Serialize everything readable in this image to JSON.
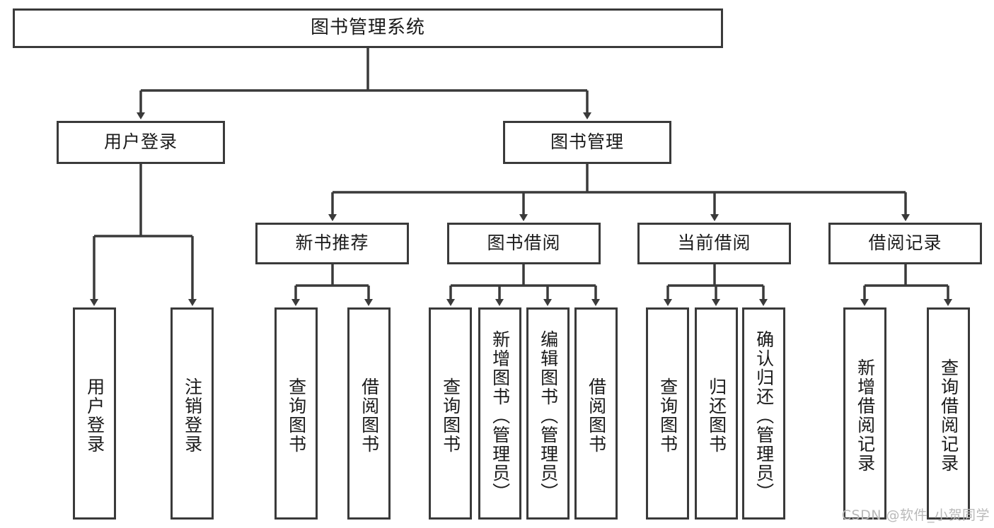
{
  "diagram": {
    "title": "图书管理系统",
    "type": "tree-hierarchy-diagram",
    "colors": {
      "box_border": "#3a3a3a",
      "box_fill": "#ffffff",
      "connector": "#3a3a3a",
      "text": "#1a1a1a",
      "watermark": "#b9b9b9",
      "background": "#ffffff"
    },
    "levels": {
      "root": "图书管理系统",
      "level2": [
        "用户登录",
        "图书管理"
      ],
      "level3": [
        "新书推荐",
        "图书借阅",
        "当前借阅",
        "借阅记录"
      ],
      "leaves": [
        "用户登录",
        "注销登录",
        "查询图书",
        "借阅图书",
        "查询图书",
        "新增图书（管理员）",
        "编辑图书（管理员）",
        "借阅图书",
        "查询图书",
        "归还图书",
        "确认归还（管理员）",
        "新增借阅记录",
        "查询借阅记录"
      ]
    }
  },
  "nodes": {
    "root": {
      "label": "图书管理系统"
    },
    "user_login": {
      "label": "用户登录"
    },
    "book_mgmt": {
      "label": "图书管理"
    },
    "new_book_rec": {
      "label": "新书推荐"
    },
    "book_borrow": {
      "label": "图书借阅"
    },
    "current_borrow": {
      "label": "当前借阅"
    },
    "borrow_record": {
      "label": "借阅记录"
    },
    "leaf_user_login": {
      "label": "用户登录"
    },
    "leaf_logout": {
      "label": "注销登录"
    },
    "leaf_query_book_1": {
      "label": "查询图书"
    },
    "leaf_borrow_book_1": {
      "label": "借阅图书"
    },
    "leaf_query_book_2": {
      "label": "查询图书"
    },
    "leaf_add_book_admin": {
      "label": "新增图书（管理员）"
    },
    "leaf_edit_book_admin": {
      "label": "编辑图书（管理员）"
    },
    "leaf_borrow_book_2": {
      "label": "借阅图书"
    },
    "leaf_query_book_3": {
      "label": "查询图书"
    },
    "leaf_return_book": {
      "label": "归还图书"
    },
    "leaf_confirm_return_admin": {
      "label": "确认归还（管理员）"
    },
    "leaf_add_record": {
      "label": "新增借阅记录"
    },
    "leaf_query_record": {
      "label": "查询借阅记录"
    }
  },
  "watermark": {
    "text": "CSDN @软件_小贺同学"
  }
}
